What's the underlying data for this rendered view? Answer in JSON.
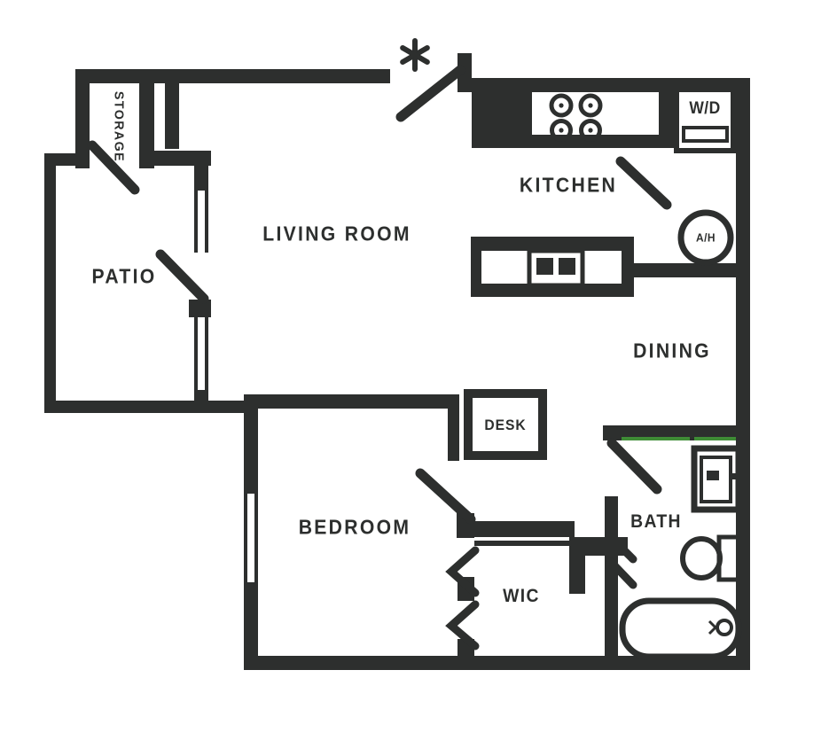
{
  "meta": {
    "type": "floor-plan",
    "description": "One-bedroom apartment floor plan"
  },
  "colors": {
    "wall": "#2d2f2e",
    "background": "#ffffff",
    "accent_green": "#3f8c36"
  },
  "rooms": {
    "living_room": {
      "label": "LIVING ROOM"
    },
    "kitchen": {
      "label": "KITCHEN"
    },
    "patio": {
      "label": "PATIO"
    },
    "dining": {
      "label": "DINING"
    },
    "bedroom": {
      "label": "BEDROOM"
    },
    "bath": {
      "label": "BATH"
    },
    "storage": {
      "label": "STORAGE"
    },
    "closet": {
      "label": "WIC"
    }
  },
  "fixtures": {
    "desk": {
      "label": "DESK"
    },
    "washer_dryer": {
      "label": "W/D"
    },
    "air_handler": {
      "label": "A/H"
    },
    "entry_marker": {
      "label": "*"
    }
  }
}
